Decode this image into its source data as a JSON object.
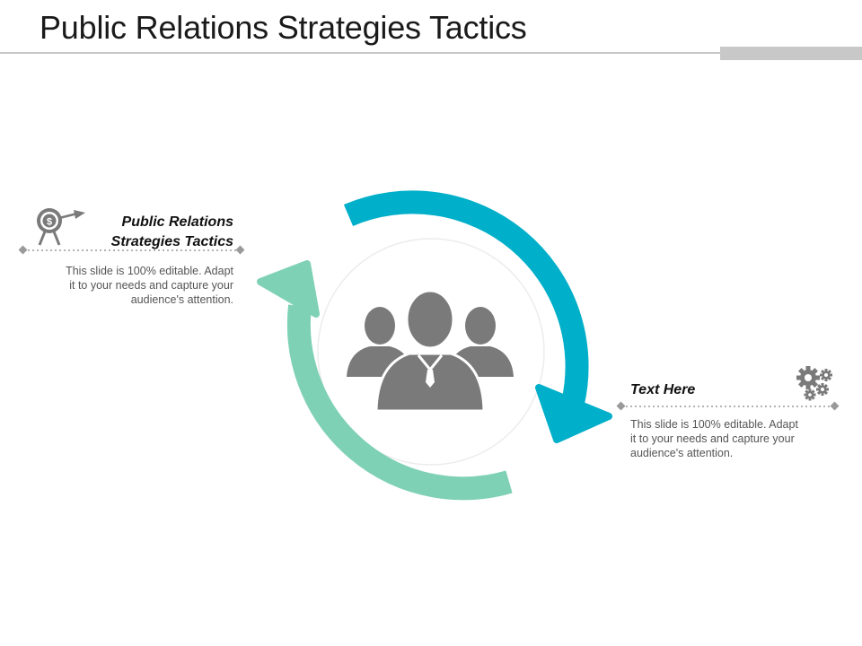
{
  "slide": {
    "title": "Public Relations Strategies Tactics"
  },
  "colors": {
    "accent_blue": "#00AFC9",
    "accent_green": "#7FD1B5",
    "icon_gray": "#7A7A7A",
    "rule_gray": "#C8C8C8"
  },
  "left_block": {
    "heading_line1": "Public Relations",
    "heading_line2": "Strategies Tactics",
    "body_line1": "This slide is 100% editable. Adapt",
    "body_line2": "it to your needs and capture your",
    "body_line3": "audience's attention.",
    "icon": "target-dollar-icon"
  },
  "right_block": {
    "heading": "Text Here",
    "body_line1": "This slide is 100% editable. Adapt",
    "body_line2": "it to your needs and capture your",
    "body_line3": "audience's attention.",
    "icon": "gears-icon"
  },
  "center": {
    "icon": "team-people-icon"
  }
}
